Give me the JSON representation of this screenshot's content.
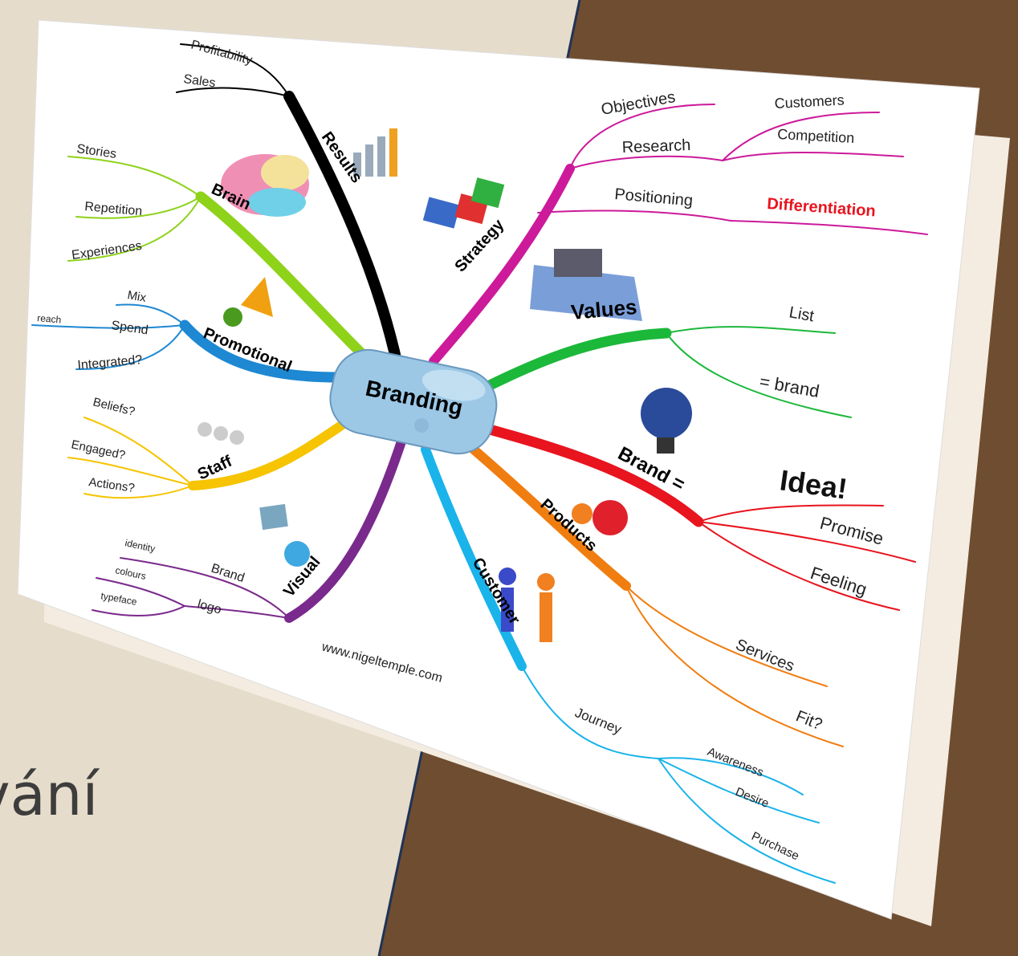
{
  "slide": {
    "title_fragment": "vání"
  },
  "colors": {
    "background": "#e6dccb",
    "right_panel": "#6f4d31",
    "card": "#ffffff"
  },
  "mindmap": {
    "center": "Branding",
    "website": "www.nigeltemple.com",
    "branches": {
      "results": {
        "label": "Results",
        "color": "#000000",
        "leaves": [
          "Profitability",
          "Sales"
        ]
      },
      "brain": {
        "label": "Brain",
        "color": "#8ed21a",
        "leaves": [
          "Stories",
          "Repetition",
          "Experiences"
        ]
      },
      "promotional": {
        "label": "Promotional",
        "color": "#1e88d2",
        "leaves": [
          "Mix",
          "Spend",
          "reach",
          "Integrated?"
        ]
      },
      "staff": {
        "label": "Staff",
        "color": "#f6c400",
        "leaves": [
          "Beliefs?",
          "Engaged?",
          "Actions?"
        ]
      },
      "visual": {
        "label": "Visual",
        "color": "#7a2a8c",
        "leaves": [
          "Brand",
          "identity",
          "logo",
          "colours",
          "typeface"
        ]
      },
      "customer": {
        "label": "Customer",
        "color": "#1ab3ea",
        "leaves": [
          "Journey",
          "Awareness",
          "Desire",
          "Purchase"
        ]
      },
      "products": {
        "label": "Products",
        "color": "#f07d10",
        "leaves": [
          "Services",
          "Fit?"
        ]
      },
      "brand": {
        "label": "Brand =",
        "color": "#e8141e",
        "leaves": [
          "Idea!",
          "Promise",
          "Feeling"
        ]
      },
      "values": {
        "label": "Values",
        "color": "#1bb83a",
        "leaves": [
          "List",
          "= brand"
        ]
      },
      "strategy": {
        "label": "Strategy",
        "color": "#cc1a9a",
        "leaves": [
          "Objectives",
          "Research",
          "Customers",
          "Competition",
          "Positioning",
          "Differentiation"
        ]
      }
    }
  }
}
